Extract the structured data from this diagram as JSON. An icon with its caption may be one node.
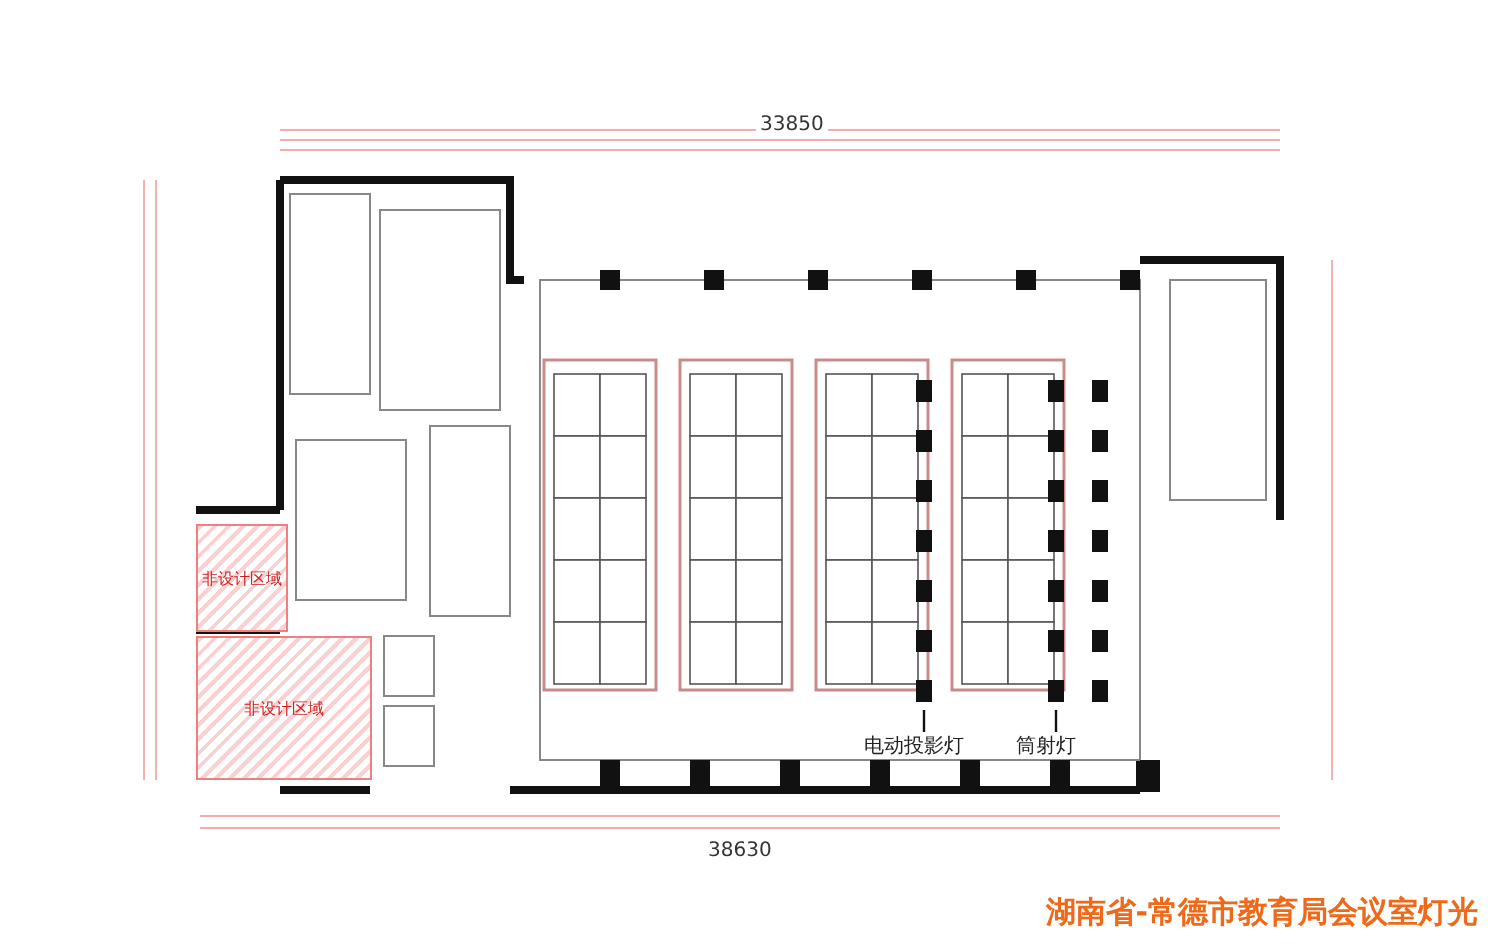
{
  "diagram": {
    "title": "湖南省-常德市教育局会议室灯光",
    "nodes": [
      {
        "text": [
          "非设计区域"
        ]
      },
      {
        "text": [
          "非设计区域"
        ]
      },
      {
        "text": [
          "电动投影灯"
        ]
      },
      {
        "text": [
          "筒射灯"
        ]
      }
    ],
    "edges": [
      {
        "from": 2,
        "to": null,
        "arrow": "none"
      },
      {
        "from": 3,
        "to": null,
        "arrow": "none"
      }
    ],
    "labels": [
      "33850",
      "38630"
    ]
  }
}
